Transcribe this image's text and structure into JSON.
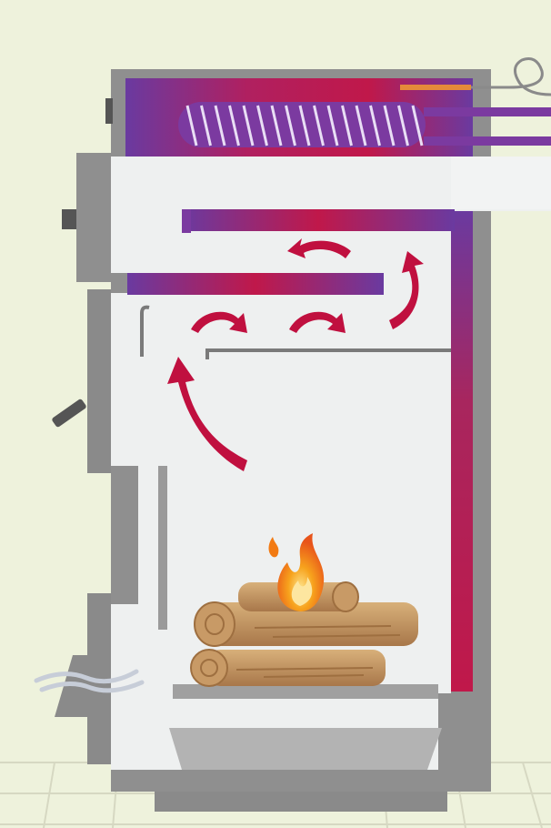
{
  "diagram": {
    "subject": "wood-fired-boiler-cross-section",
    "palette": {
      "background": "#eef2dc",
      "floor_lines": "#d9dbc6",
      "casing": "#8f8f8f",
      "casing_dark": "#6f6f6f",
      "interior": "#eef0f0",
      "water_jacket_red": "#c0184a",
      "water_jacket_purple": "#6a3aa0",
      "flow_arrow": "#c0103f",
      "flame_orange": "#f27a12",
      "flame_yellow": "#fbc33a",
      "log_light": "#c8a06c",
      "log_dark": "#a5784a",
      "ash_pan": "#b3b3b3",
      "grate": "#9a9a9a",
      "smoke": "#c7cdd8"
    },
    "components": [
      "heat-exchanger-coil",
      "smoke-flue-pipe",
      "upper-baffle",
      "middle-baffle",
      "firebox",
      "burning-logs",
      "flame",
      "grate",
      "ash-pan",
      "feed-door",
      "ash-door",
      "air-inlet"
    ],
    "flow_direction": "upward-serpentine",
    "text_labels": []
  }
}
